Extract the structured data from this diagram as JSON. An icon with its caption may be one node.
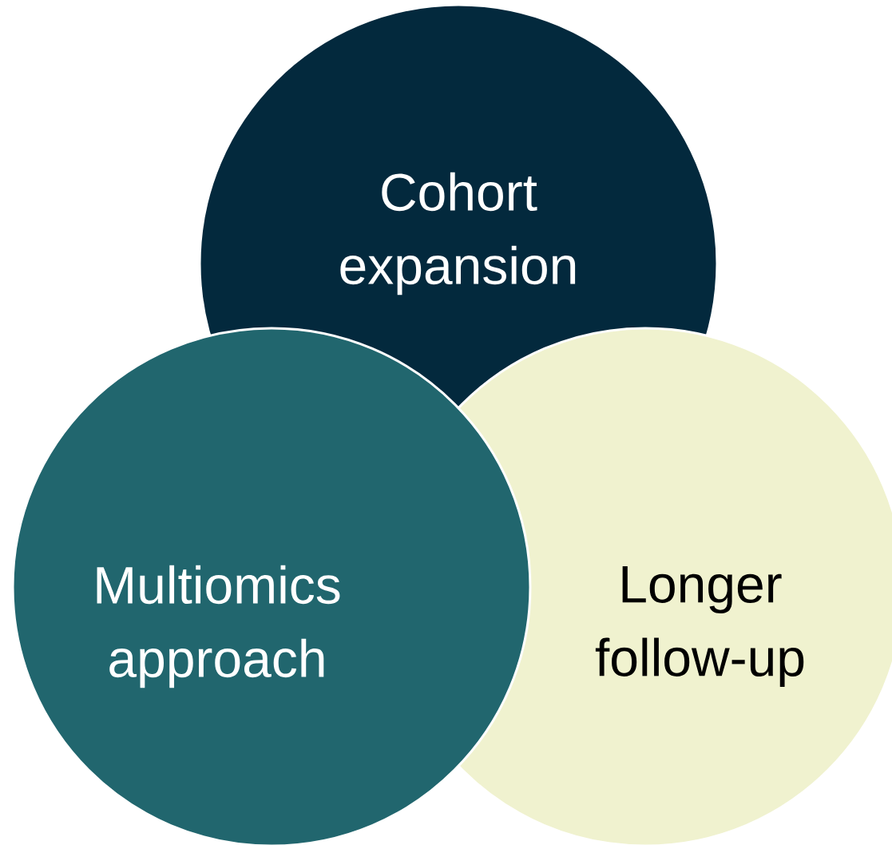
{
  "diagram": {
    "nodes": [
      {
        "text": [
          "Cohort expansion"
        ]
      },
      {
        "text": [
          "Multiomics approach"
        ]
      },
      {
        "text": [
          "Longer follow-up"
        ]
      }
    ]
  }
}
